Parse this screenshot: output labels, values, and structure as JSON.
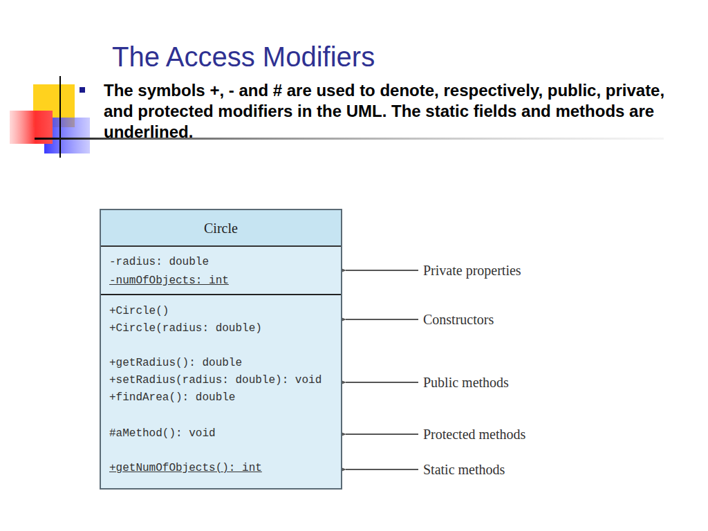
{
  "diagram": {
    "title": "The Access Modifiers",
    "nodes": [
      {
        "text": [
          "Circle"
        ]
      },
      {
        "text": [
          "-radius: double",
          "-numOfObjects: int"
        ],
        "in": 0
      },
      {
        "text": [
          "+Circle()",
          "+Circle(radius: double)",
          "+getRadius(): double",
          "+setRadius(radius: double): void",
          "+findArea(): double",
          "#aMethod(): void",
          "+getNumOfObjects(): int"
        ],
        "in": 0
      }
    ],
    "labels": [
      "The symbols +, - and # are used to denote, respectively, public, private, and protected modifiers in the UML. The static fields and methods are underlined.",
      "Private properties",
      "Constructors",
      "Public methods",
      "Protected methods",
      "Static methods"
    ]
  }
}
